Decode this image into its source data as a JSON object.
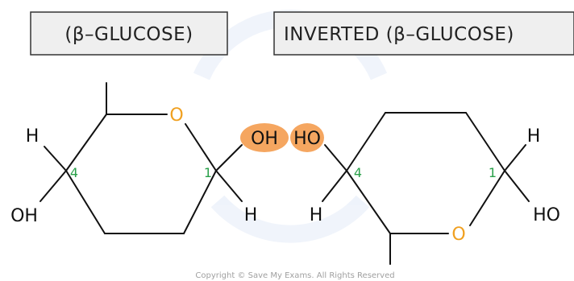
{
  "labels": {
    "left_title": "(β–GLUCOSE)",
    "right_title": "INVERTED (β–GLUCOSE)"
  },
  "left_molecule": {
    "ring_oxygen": "O",
    "carbon4_number": "4",
    "carbon1_number": "1",
    "c4_h": "H",
    "c4_oh": "OH",
    "c1_oh": "OH",
    "c1_h": "H"
  },
  "right_molecule": {
    "ring_oxygen": "O",
    "carbon4_number": "4",
    "carbon1_number": "1",
    "c4_ho": "HO",
    "c4_h": "H",
    "c1_h": "H",
    "c1_ho": "HO"
  },
  "copyright": "Copyright © Save My Exams. All Rights Reserved",
  "colors": {
    "oxygen": "#f0a020",
    "highlight": "#f5a660",
    "carbon_number": "#2aa04a",
    "title_box_fill": "#efefef",
    "title_box_stroke": "#333333",
    "bond": "#111111"
  }
}
